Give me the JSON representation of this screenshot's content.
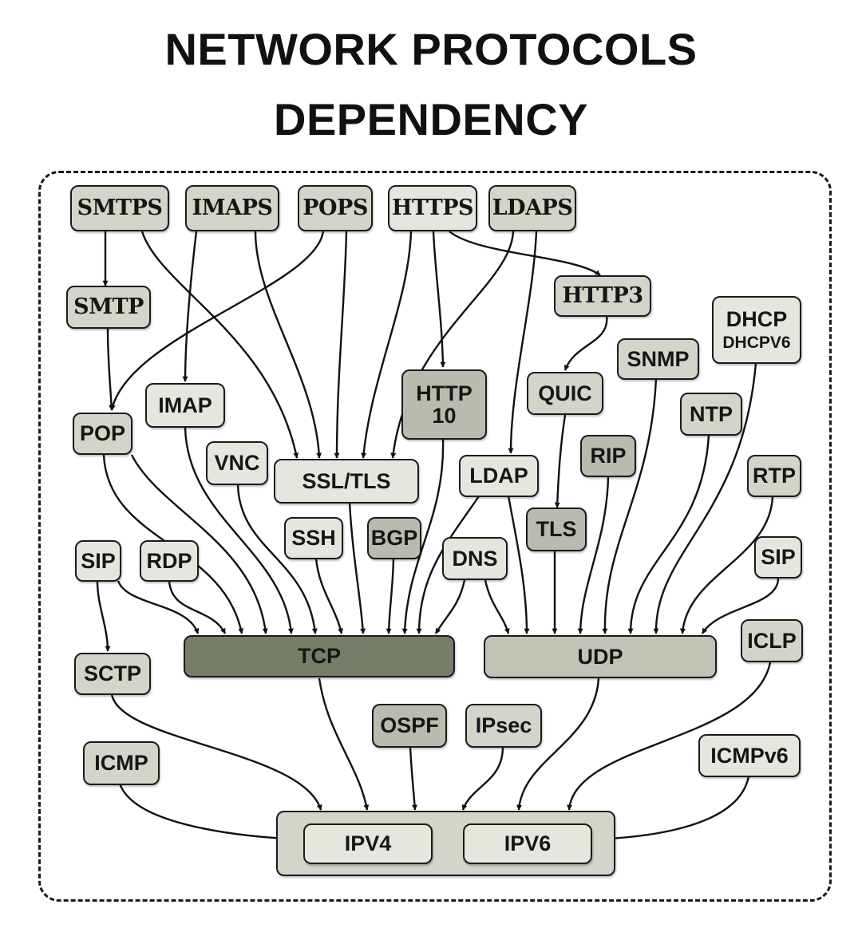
{
  "title": {
    "line1": "NETWORK PROTOCOLS",
    "line2": "DEPENDENCY"
  },
  "colors": {
    "box_light": "#e6e6df",
    "box_mid": "#d4d4ca",
    "box_dark": "#b9bbae",
    "tcp_fill": "#767d68",
    "udp_fill": "#c2c3b6",
    "line": "#111111"
  },
  "nodes": {
    "smtps": "SMTPS",
    "imaps": "IMAPS",
    "pops": "POPS",
    "https": "HTTPS",
    "ldaps": "LDAPS",
    "smtp": "SMTP",
    "http3": "HTTP3",
    "dhcp": "DHCP",
    "dhcpv6": "DHCPV6",
    "snmp": "SNMP",
    "imap": "IMAP",
    "pop": "POP",
    "http10": "HTTP\n10",
    "quic": "QUIC",
    "ntp": "NTP",
    "vnc": "VNC",
    "ssl_tls": "SSL/TLS",
    "ldap": "LDAP",
    "rip": "RIP",
    "rtp": "RTP",
    "ssh": "SSH",
    "bgp": "BGP",
    "tls": "TLS",
    "sip_left": "SIP",
    "rdp": "RDP",
    "dns": "DNS",
    "sip_right": "SIP",
    "tcp": "TCP",
    "udp": "UDP",
    "iclp": "ICLP",
    "sctp": "SCTP",
    "ospf": "OSPF",
    "ipsec": "IPsec",
    "icmp": "ICMP",
    "icmpv6": "ICMPv6",
    "ip_layer": "",
    "ipv4": "IPV4",
    "ipv6": "IPV6"
  },
  "edges": [
    [
      "SMTPS",
      "SMTP"
    ],
    [
      "SMTPS",
      "SSL/TLS"
    ],
    [
      "IMAPS",
      "IMAP"
    ],
    [
      "IMAPS",
      "SSL/TLS"
    ],
    [
      "POPS",
      "POP"
    ],
    [
      "POPS",
      "SSL/TLS"
    ],
    [
      "HTTPS",
      "SSL/TLS"
    ],
    [
      "HTTPS",
      "HTTP 10"
    ],
    [
      "HTTPS",
      "HTTP3"
    ],
    [
      "LDAPS",
      "SSL/TLS"
    ],
    [
      "LDAPS",
      "LDAP"
    ],
    [
      "HTTP3",
      "QUIC"
    ],
    [
      "QUIC",
      "TLS"
    ],
    [
      "SMTP",
      "POP"
    ],
    [
      "POP",
      "TCP"
    ],
    [
      "IMAP",
      "TCP"
    ],
    [
      "VNC",
      "TCP"
    ],
    [
      "SSL/TLS",
      "TCP"
    ],
    [
      "SSH",
      "TCP"
    ],
    [
      "BGP",
      "TCP"
    ],
    [
      "HTTP 10",
      "TCP"
    ],
    [
      "LDAP",
      "TCP"
    ],
    [
      "DNS",
      "TCP"
    ],
    [
      "SIP",
      "TCP"
    ],
    [
      "RDP",
      "TCP"
    ],
    [
      "SIP",
      "SCTP"
    ],
    [
      "DNS",
      "UDP"
    ],
    [
      "LDAP",
      "UDP"
    ],
    [
      "TLS",
      "UDP"
    ],
    [
      "RIP",
      "UDP"
    ],
    [
      "SNMP",
      "UDP"
    ],
    [
      "NTP",
      "UDP"
    ],
    [
      "DHCP",
      "UDP"
    ],
    [
      "RTP",
      "UDP"
    ],
    [
      "SIP",
      "UDP"
    ],
    [
      "SCTP",
      "IP"
    ],
    [
      "TCP",
      "IP"
    ],
    [
      "OSPF",
      "IP"
    ],
    [
      "IPsec",
      "IP"
    ],
    [
      "UDP",
      "IP"
    ],
    [
      "ICLP",
      "IP"
    ],
    [
      "ICMP",
      "IPV4"
    ],
    [
      "ICMPv6",
      "IPV6"
    ]
  ]
}
